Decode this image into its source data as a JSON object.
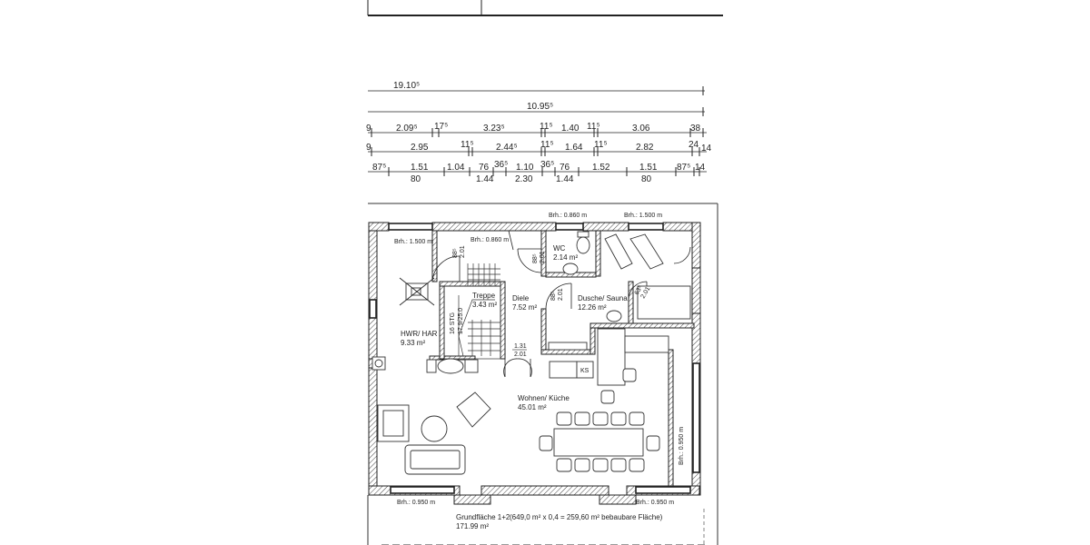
{
  "dimensions": {
    "row1": [
      "19.10⁵"
    ],
    "row2": [
      "10.95⁵"
    ],
    "row3": [
      "9",
      "2.09⁵",
      "17⁵",
      "3.23⁵",
      "11⁵",
      "1.40",
      "11⁵",
      "3.06",
      "38"
    ],
    "row4": [
      "9",
      "2.95",
      "11⁵",
      "2.44⁵",
      "11⁵",
      "1.64",
      "11⁵",
      "2.82",
      "24",
      "14"
    ],
    "row5_upper": [
      "87⁵",
      "1.51",
      "1.04",
      "76",
      "36⁵",
      "1.10",
      "36⁵",
      "76",
      "1.52",
      "1.51",
      "87⁵",
      "14"
    ],
    "row5_lower": [
      "80",
      "1.44",
      "2.30",
      "1.44",
      "80"
    ]
  },
  "windows": {
    "top_left_room": "Brh.: 1.500  m",
    "top_hall": "Brh.: 0.860  m",
    "top_wall_a": "Brh.: 0.860  m",
    "top_wall_b": "Brh.: 1.500  m",
    "right_wall": "Brh.: 0.950  m",
    "bottom_left": "Brh.: 0.950  m",
    "bottom_right": "Brh.: 0.950  m"
  },
  "doors": {
    "hwr": [
      "88⁵",
      "2.01"
    ],
    "wc": [
      "88⁵",
      "2.01"
    ],
    "dusche": [
      "88⁵",
      "2.01"
    ],
    "sauna": [
      "63⁵",
      "2.01"
    ],
    "living": [
      "1.31",
      "2.01"
    ]
  },
  "rooms": {
    "hwr": {
      "name": "HWR/ HAR",
      "area": "9.33 m²"
    },
    "treppe": {
      "name": "Treppe",
      "area": "3.43 m²"
    },
    "stairs_note": [
      "16 STG",
      "17.9/25.0"
    ],
    "diele": {
      "name": "Diele",
      "area": "7.52 m²"
    },
    "wc": {
      "name": "WC",
      "area": "2.14 m²"
    },
    "dusche": {
      "name": "Dusche/ Sauna",
      "area": "12.26 m²"
    },
    "wohnen": {
      "name": "Wohnen/ Küche",
      "area": "45.01 m²"
    },
    "ks": "KS"
  },
  "footer": {
    "label": "Grundfläche 1+2",
    "value": "171.99 m²",
    "note": "(649,0 m² x 0,4 = 259,60 m² bebaubare Fläche)"
  }
}
